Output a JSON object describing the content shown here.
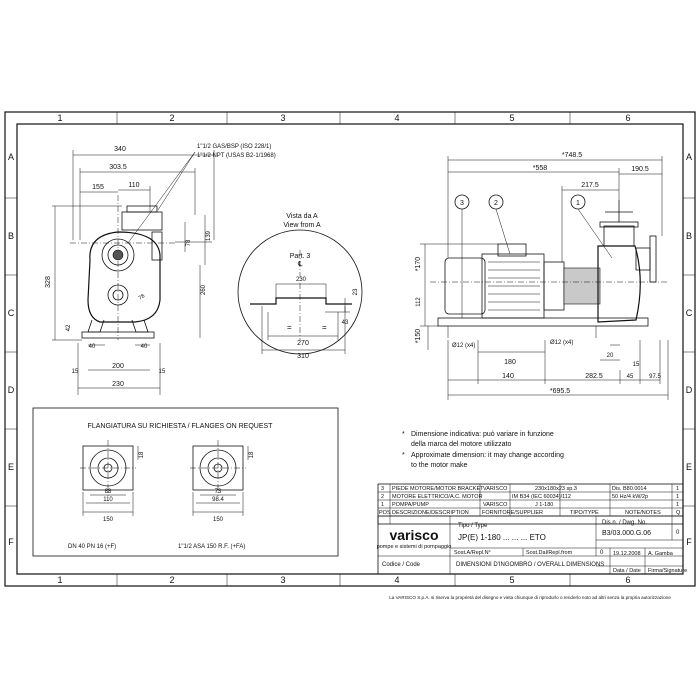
{
  "frame": {
    "col_labels": [
      "1",
      "2",
      "3",
      "4",
      "5",
      "6"
    ],
    "row_labels": [
      "A",
      "B",
      "C",
      "D",
      "E",
      "F"
    ]
  },
  "front_view": {
    "dims": {
      "w340": "340",
      "w303": "303.5",
      "w155": "155",
      "w110": "110",
      "h78": "78",
      "h139": "139",
      "h328": "328",
      "h260": "260",
      "h42": "42",
      "w40a": "40",
      "w40b": "40",
      "w15a": "15",
      "w15b": "15",
      "w200": "200",
      "w230": "230",
      "r78": "78"
    },
    "callout1": "1\"1/2 GAS/BSP (ISO 228/1)",
    "callout2": "1\"1/2 NPT (USAS B2-1/1968)"
  },
  "view_a": {
    "title1": "Vista da A",
    "title2": "View from A",
    "part": "Part. 3",
    "dims": {
      "w230": "230",
      "h23": "23",
      "w43": "43",
      "w270": "270",
      "w310": "310"
    }
  },
  "side_view": {
    "dims": {
      "w748": "*748.5",
      "w558": "*558",
      "w217": "217.5",
      "w190": "190.5",
      "h170": "*170",
      "h112": "112",
      "h150": "*150",
      "hole1": "Ø12 (x4)",
      "hole2": "Ø12 (x4)",
      "w180": "180",
      "w20": "20",
      "w15": "15",
      "w140": "140",
      "w282": "282.5",
      "w45": "45",
      "w97": "97.5",
      "w695": "*695.5"
    },
    "balloons": [
      "3",
      "2",
      "1"
    ]
  },
  "flanges": {
    "title": "FLANGIATURA SU RICHIESTA / FLANGES ON REQUEST",
    "left": {
      "d18": "18",
      "d88": "88",
      "d110": "110",
      "d150": "150",
      "label": "DN 40 PN 16 (+F)"
    },
    "right": {
      "d18": "18",
      "d73": "73",
      "d98": "98.4",
      "d150": "150",
      "label": "1\"1/2 ASA 150 R.F. (+FA)"
    }
  },
  "notes": {
    "line1": "Dimensione indicativa: può variare in funzione",
    "line2": "della marca del motore utilizzato",
    "line3": "Approximate dimension: it may change according",
    "line4": "to the motor make"
  },
  "parts_table": {
    "rows": [
      {
        "pos": "3",
        "desc": "PIEDE MOTORE/MOTOR BRACKET",
        "supplier": "VARISCO",
        "type": "230x180x23 sp.3",
        "notes": "Dis. B80.0014",
        "qty": "1"
      },
      {
        "pos": "2",
        "desc": "MOTORE ELETTRICO/A.C. MOTOR",
        "supplier": "",
        "type": "IM B34 (IEC 60034)/112",
        "notes": "50 Hz/4 kW/2p",
        "qty": "1"
      },
      {
        "pos": "1",
        "desc": "POMPA/PUMP",
        "supplier": "VARISCO",
        "type": "J 1-180",
        "notes": "",
        "qty": "1"
      }
    ],
    "header": {
      "pos": "POS",
      "desc": "DESCRIZIONE/DESCRIPTION",
      "supplier": "FORNITORE/SUPPLIER",
      "type": "TIPO/TYPE",
      "notes": "NOTE/NOTES",
      "qty": "Q"
    }
  },
  "title_block": {
    "brand": "varisco",
    "brand_tag": "pompe e sistemi di pompaggio",
    "tipo_label": "Tipo / Type",
    "tipo_value": "JP(E) 1-180 ... ... ... ETO",
    "dis_label": "Dis.n. / Dwg. No.",
    "dis_value": "B3/03.000.G.06",
    "sost_a": "Sost.A/Repl.N°",
    "sost_da": "Sost.Dal/Repl.from",
    "data_label": "Data / Date",
    "data_value": "19.12.2008",
    "firma_label": "Firma/Signature",
    "firma_value": "A. Gamba",
    "codice": "Codice / Code",
    "dim_title": "DIMENSIONI D'INGOMBRO / OVERALL DIMENSIONS",
    "rev0": "0",
    "footer": "La VARISCO S.p.A. si riserva la proprietà del disegno e vieta chiunque di riprodurlo o renderlo noto ad altri senza la propria autorizzazione"
  }
}
